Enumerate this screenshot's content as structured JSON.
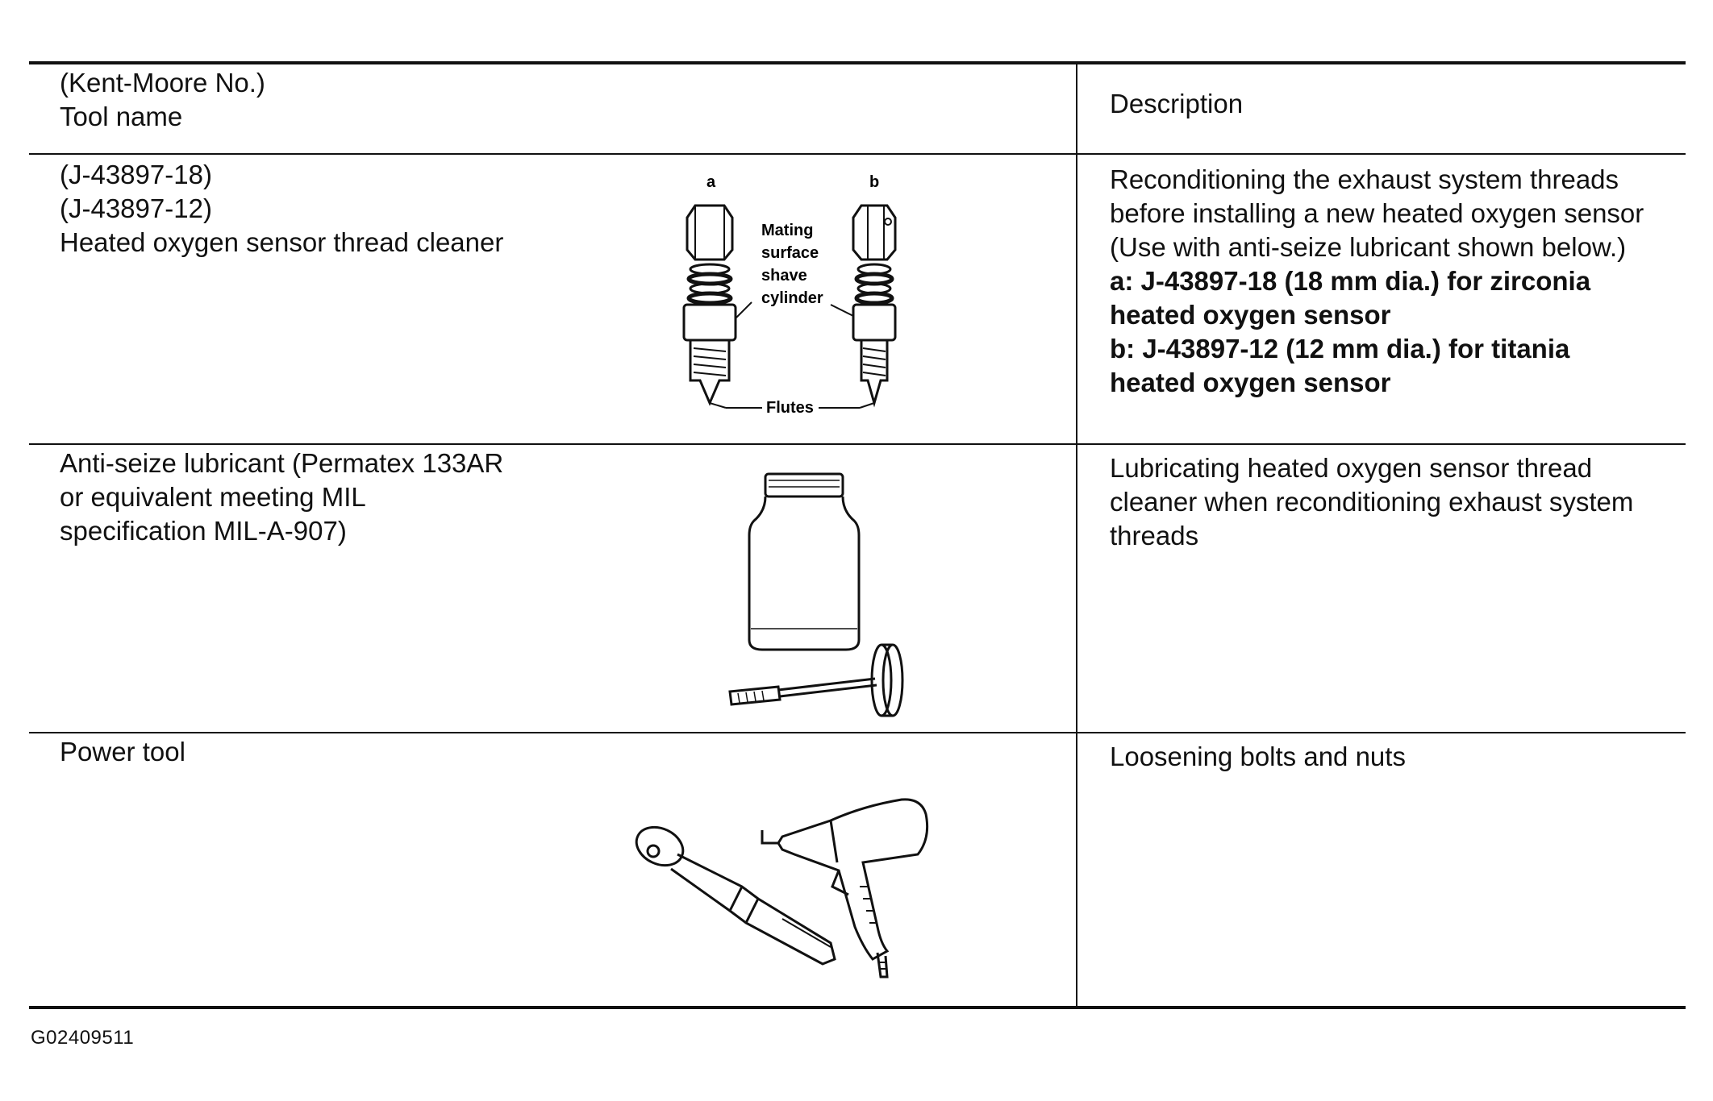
{
  "table": {
    "header": {
      "tool_col_line1": "(Kent-Moore No.)",
      "tool_col_line2": "Tool name",
      "desc_col": "Description"
    },
    "rows": [
      {
        "tool_lines": [
          "(J-43897-18)",
          "(J-43897-12)",
          "Heated oxygen sensor thread cleaner"
        ],
        "illustration_labels": {
          "a": "a",
          "b": "b",
          "mating_1": "Mating",
          "mating_2": "surface",
          "mating_3": "shave",
          "mating_4": "cylinder",
          "flutes": "Flutes"
        },
        "description_lines": [
          "Reconditioning the exhaust system threads",
          "before installing a new heated oxygen sensor",
          "(Use with anti-seize lubricant shown below.)"
        ],
        "description_bold_lines": [
          "a: J-43897-18 (18 mm dia.) for zirconia",
          "heated oxygen sensor",
          "b: J-43897-12 (12 mm dia.) for titania",
          "heated oxygen sensor"
        ]
      },
      {
        "tool_lines": [
          "Anti-seize lubricant (Permatex 133AR",
          "or equivalent meeting MIL",
          "specification MIL-A-907)"
        ],
        "description_lines": [
          "Lubricating heated oxygen sensor thread",
          "cleaner when reconditioning exhaust system",
          "threads"
        ]
      },
      {
        "tool_lines": [
          "Power tool"
        ],
        "description_lines": [
          "Loosening bolts and nuts"
        ]
      }
    ]
  },
  "figure_id": "G02409511"
}
